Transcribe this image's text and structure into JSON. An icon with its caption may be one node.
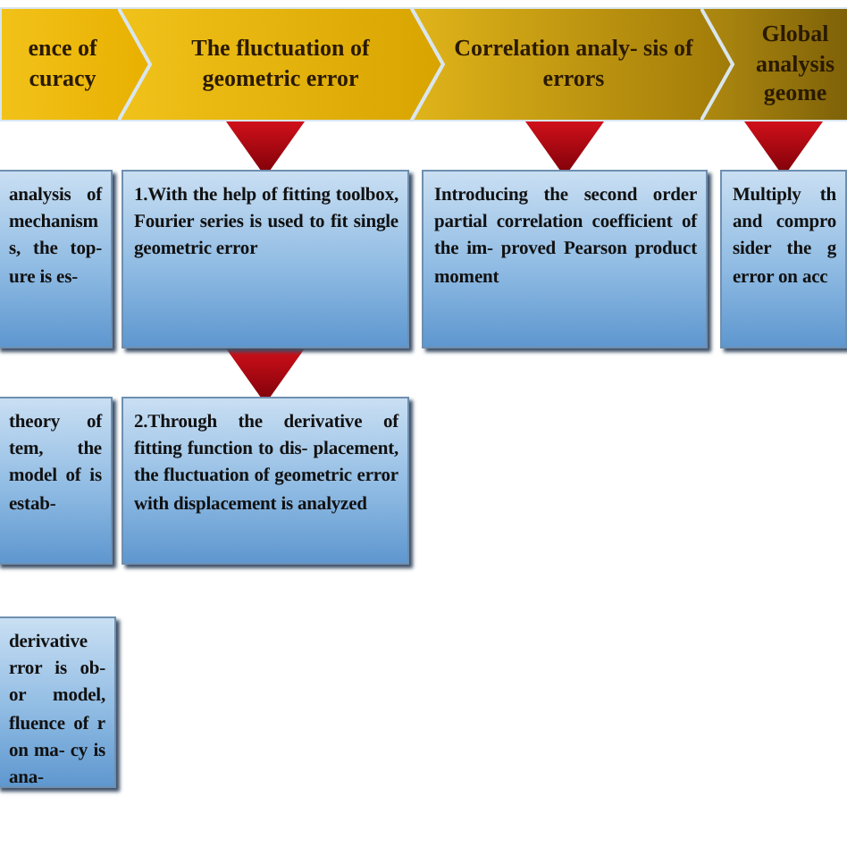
{
  "diagram": {
    "nodes": [
      {
        "text": [
          "ence of curacy"
        ]
      },
      {
        "text": [
          "The fluctuation of geometric error"
        ]
      },
      {
        "text": [
          "Correlation analy- sis of errors"
        ]
      },
      {
        "text": [
          "Global analysis geome"
        ]
      },
      {
        "text": [
          "analysis of mechanism s, the top- ure is es-"
        ]
      },
      {
        "text": [
          "1.With the help of fitting toolbox, Fourier series is used to fit single geometric error"
        ]
      },
      {
        "text": [
          "Introducing the second order partial correlation coefficient of the im- proved Pearson product moment"
        ]
      },
      {
        "text": [
          "Multiply th and compro sider the g error on acc"
        ]
      },
      {
        "text": [
          "theory of tem, the model of is estab-"
        ]
      },
      {
        "text": [
          "2.Through the derivative of fitting function to dis- placement, the fluctuation of geometric error with displacement is analyzed"
        ]
      },
      {
        "text": [
          "derivative rror is ob- or model, fluence of r on ma- cy is ana-"
        ]
      }
    ],
    "edges": [
      {
        "from": 1,
        "to": 5,
        "arrow": "to"
      },
      {
        "from": 5,
        "to": 9,
        "arrow": "to"
      },
      {
        "from": 2,
        "to": 6,
        "arrow": "to"
      },
      {
        "from": 3,
        "to": 7,
        "arrow": "to"
      }
    ]
  }
}
